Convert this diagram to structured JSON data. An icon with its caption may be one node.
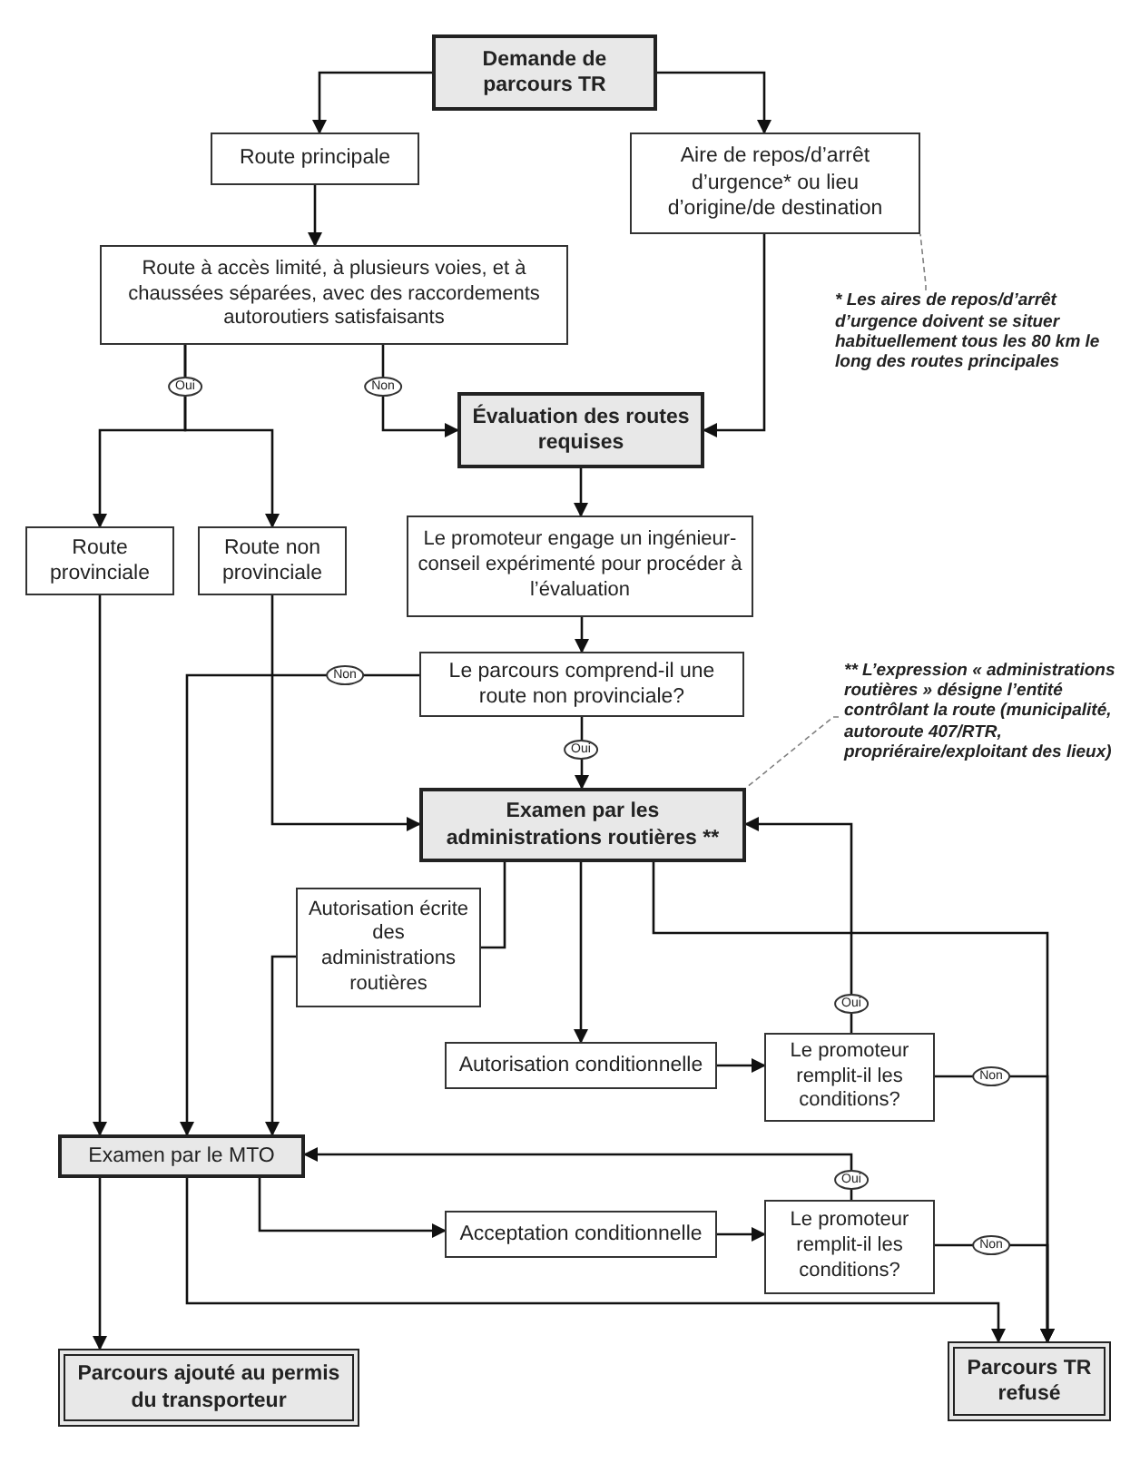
{
  "diagram": {
    "nodes": [
      {
        "text": [
          "Demande de parcours TR"
        ]
      },
      {
        "text": [
          "Route principale"
        ]
      },
      {
        "text": [
          "Aire de repos/d’arrêt d’urgence* ou lieu d’origine/de destination"
        ]
      },
      {
        "text": [
          "Route à accès limité, à plusieurs voies, et à chaussées séparées, avec des raccordements autoroutiers satisfaisants"
        ]
      },
      {
        "text": [
          "Évaluation des routes requises"
        ]
      },
      {
        "text": [
          "Route provinciale"
        ]
      },
      {
        "text": [
          "Route non provinciale"
        ]
      },
      {
        "text": [
          "Le promoteur engage un ingénieur-conseil expérimenté pour procéder à l’évaluation"
        ]
      },
      {
        "text": [
          "Le parcours comprend-il une route non provinciale?"
        ]
      },
      {
        "text": [
          "Examen par les administrations routières **"
        ]
      },
      {
        "text": [
          "Autorisation écrite des administrations routières"
        ]
      },
      {
        "text": [
          "Autorisation conditionnelle"
        ]
      },
      {
        "text": [
          "Le promoteur remplit-il les conditions?"
        ]
      },
      {
        "text": [
          "Examen par le MTO"
        ]
      },
      {
        "text": [
          "Acceptation conditionnelle"
        ]
      },
      {
        "text": [
          "Le promoteur remplit-il les conditions?"
        ]
      },
      {
        "text": [
          "Parcours ajouté au permis du transporteur"
        ]
      },
      {
        "text": [
          "Parcours TR refusé"
        ]
      },
      {
        "text": [
          "* Les aires de repos/d’arrêt d’urgence doivent se situer habituellement tous les 80 km le long des routes principales"
        ]
      },
      {
        "text": [
          "** L’expression « administrations routières » désigne l’entité contrôlant la route (municipalité, autoroute 407/RTR, propriéraire/exploitant des lieux)"
        ]
      }
    ],
    "edges": [
      {
        "from": 0,
        "to": 1,
        "arrow": "to"
      },
      {
        "from": 0,
        "to": 2,
        "arrow": "to"
      },
      {
        "from": 1,
        "to": 3,
        "arrow": "to"
      },
      {
        "from": 2,
        "to": 4,
        "arrow": "to"
      },
      {
        "from": 3,
        "to": 5,
        "arrow": "to",
        "label": "Oui"
      },
      {
        "from": 3,
        "to": 6,
        "arrow": "to"
      },
      {
        "from": 3,
        "to": 4,
        "arrow": "to",
        "label": "Non"
      },
      {
        "from": 4,
        "to": 7,
        "arrow": "to"
      },
      {
        "from": 7,
        "to": 8,
        "arrow": "to"
      },
      {
        "from": 8,
        "to": 9,
        "arrow": "to",
        "label": "Oui"
      },
      {
        "from": 8,
        "to": 13,
        "arrow": "to",
        "label": "Non"
      },
      {
        "from": 6,
        "to": 9,
        "arrow": "to"
      },
      {
        "from": 5,
        "to": 13,
        "arrow": "to"
      },
      {
        "from": 9,
        "to": 10,
        "arrow": "none"
      },
      {
        "from": 10,
        "to": 13,
        "arrow": "to"
      },
      {
        "from": 9,
        "to": 11,
        "arrow": "to"
      },
      {
        "from": 9,
        "to": 17,
        "arrow": "to"
      },
      {
        "from": 11,
        "to": 12,
        "arrow": "to"
      },
      {
        "from": 12,
        "to": 9,
        "arrow": "to",
        "label": "Oui"
      },
      {
        "from": 12,
        "to": 17,
        "arrow": "to",
        "label": "Non"
      },
      {
        "from": 13,
        "to": 16,
        "arrow": "to"
      },
      {
        "from": 13,
        "to": 14,
        "arrow": "to"
      },
      {
        "from": 13,
        "to": 17,
        "arrow": "to"
      },
      {
        "from": 14,
        "to": 15,
        "arrow": "to"
      },
      {
        "from": 15,
        "to": 13,
        "arrow": "to",
        "label": "Oui"
      },
      {
        "from": 15,
        "to": 17,
        "arrow": "to",
        "label": "Non"
      },
      {
        "from": 18,
        "to": 2,
        "arrow": "none",
        "style": "dashed",
        "color": "#808080"
      },
      {
        "from": 19,
        "to": 9,
        "arrow": "none",
        "style": "dashed",
        "color": "#808080"
      }
    ]
  }
}
